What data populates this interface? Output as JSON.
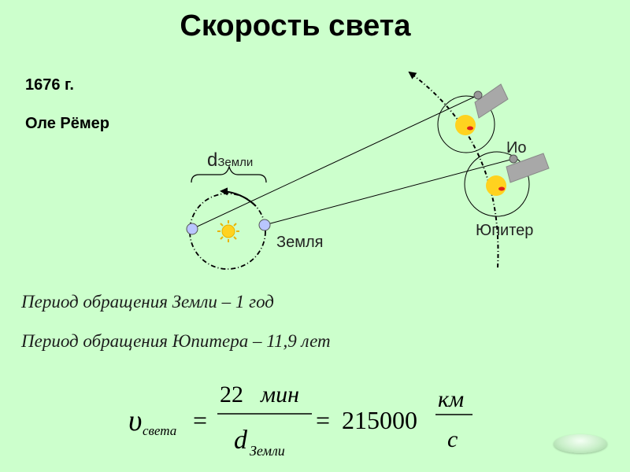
{
  "slide": {
    "title": "Скорость света",
    "year": "1676 г.",
    "scientist": "Оле Рёмер",
    "period_earth": "Период обращения Земли – 1 год",
    "period_jupiter": "Период обращения Юпитера – 11,9 лет"
  },
  "diagram": {
    "d_symbol": "d",
    "d_subscript": "Земли",
    "earth_label": "Земля",
    "io_label": "Ио",
    "jupiter_label": "Юпитер"
  },
  "formula": {
    "v_symbol": "υ",
    "v_subscript": "света",
    "equals": "=",
    "numerator_value": "22",
    "numerator_unit": "мин",
    "denominator_symbol": "d",
    "denominator_subscript": "Земли",
    "result": "215000",
    "unit_numerator": "км",
    "unit_denominator": "с"
  },
  "colors": {
    "background": "#ccffcc",
    "sun": "#ffd21f",
    "planet": "#b9c6ff",
    "jupiter": "#ffd21f",
    "shadow": "#a8a8a8"
  },
  "icons": {
    "sun": "sun-icon",
    "navigation": "oval-nav-button"
  }
}
